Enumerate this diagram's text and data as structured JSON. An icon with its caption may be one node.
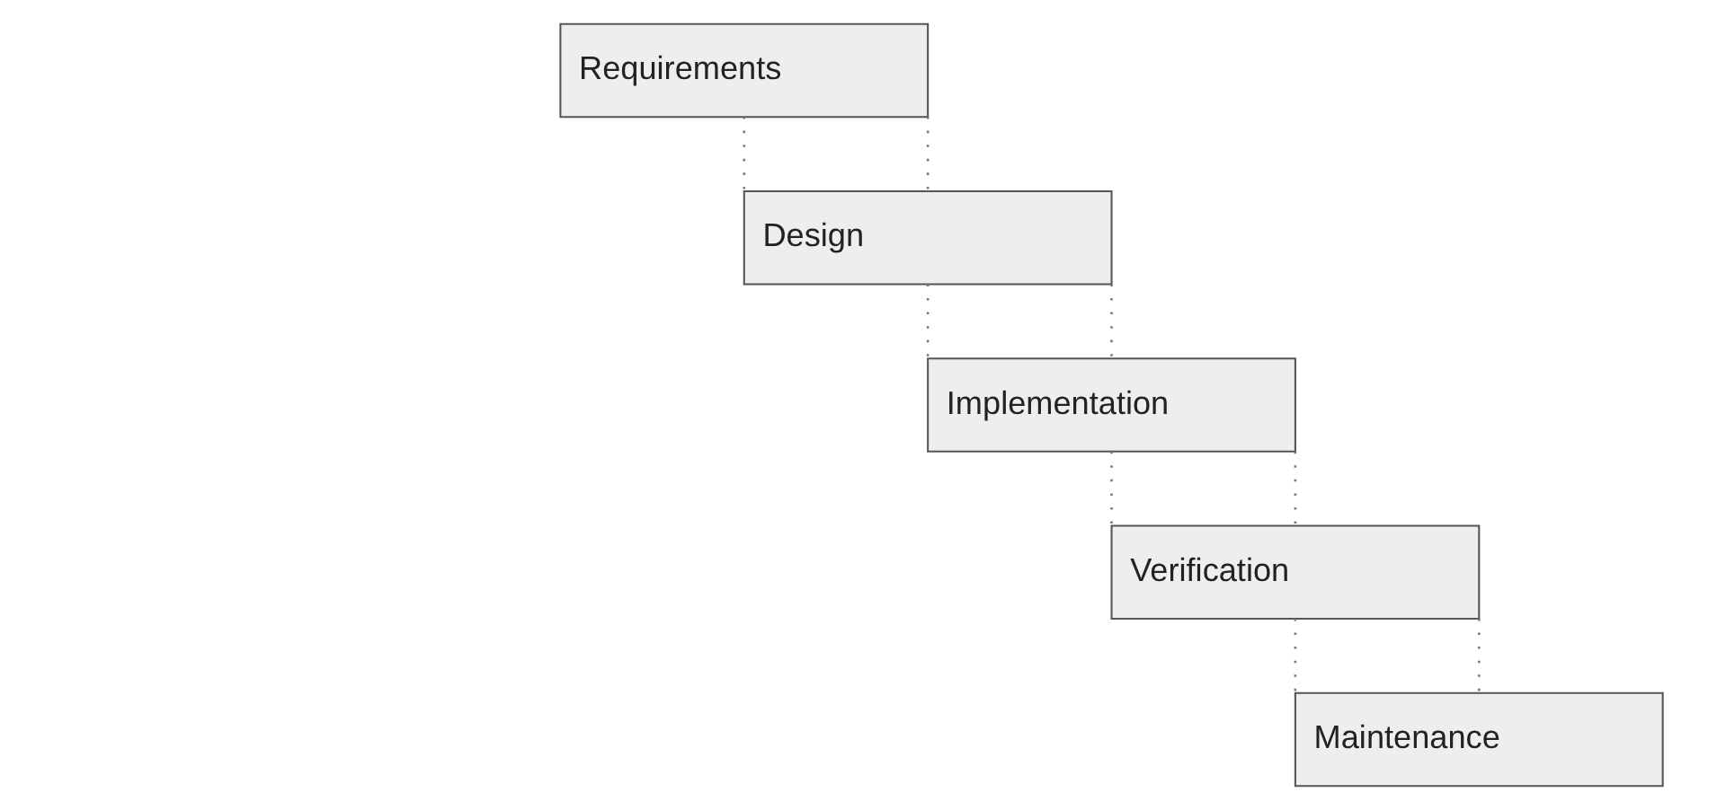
{
  "diagram": {
    "nodes": [
      {
        "text": [
          "Requirements"
        ]
      },
      {
        "text": [
          "Design"
        ]
      },
      {
        "text": [
          "Implementation"
        ]
      },
      {
        "text": [
          "Verification"
        ]
      },
      {
        "text": [
          "Maintenance"
        ]
      }
    ],
    "edges": [
      {
        "from": 0,
        "to": 1,
        "arrow": "none",
        "style": "dashed"
      },
      {
        "from": 0,
        "to": 1,
        "arrow": "none",
        "style": "dashed"
      },
      {
        "from": 1,
        "to": 2,
        "arrow": "none",
        "style": "dashed"
      },
      {
        "from": 1,
        "to": 2,
        "arrow": "none",
        "style": "dashed"
      },
      {
        "from": 2,
        "to": 3,
        "arrow": "none",
        "style": "dashed"
      },
      {
        "from": 2,
        "to": 3,
        "arrow": "none",
        "style": "dashed"
      },
      {
        "from": 3,
        "to": 4,
        "arrow": "none",
        "style": "dashed"
      },
      {
        "from": 3,
        "to": 4,
        "arrow": "none",
        "style": "dashed"
      }
    ]
  }
}
